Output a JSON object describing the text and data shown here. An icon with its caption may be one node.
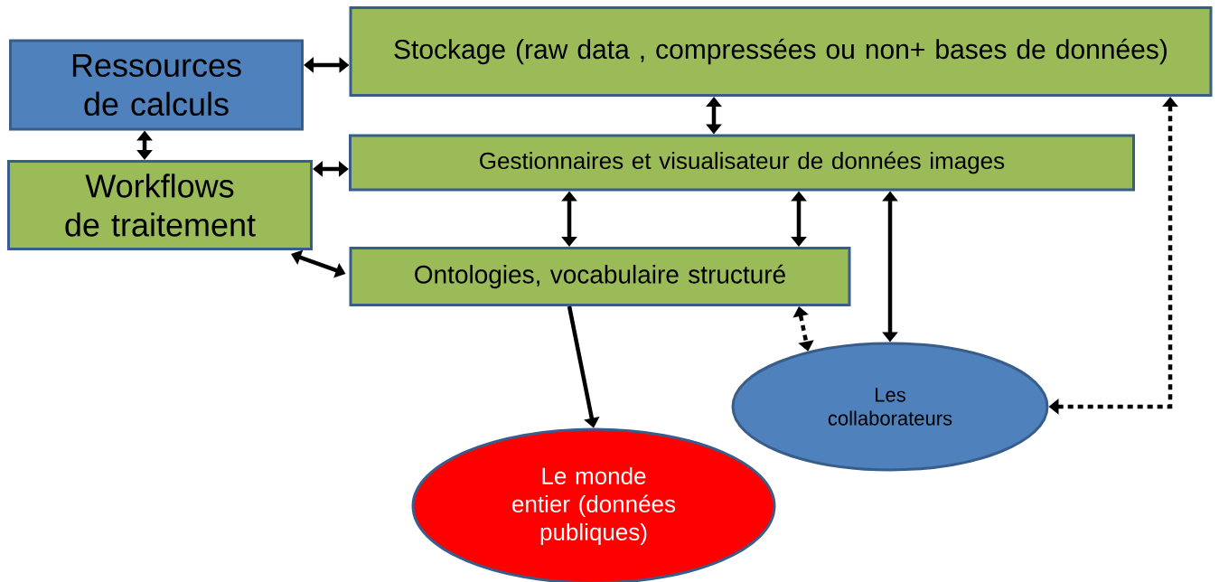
{
  "diagram": {
    "nodes": [
      {
        "text": [
          "Ressources de calculs"
        ]
      },
      {
        "text": [
          "Stockage (raw data , compressées ou non+ bases de données)"
        ]
      },
      {
        "text": [
          "Workflows de traitement"
        ]
      },
      {
        "text": [
          "Gestionnaires et visualisateur de données images"
        ]
      },
      {
        "text": [
          "Ontologies, vocabulaire structuré"
        ]
      },
      {
        "text": [
          "Les collaborateurs"
        ]
      },
      {
        "text": [
          "Le monde entier (données publiques)"
        ]
      }
    ],
    "edges": [
      {
        "from": 0,
        "to": 1,
        "arrow": "both"
      },
      {
        "from": 0,
        "to": 2,
        "arrow": "both"
      },
      {
        "from": 2,
        "to": 3,
        "arrow": "both"
      },
      {
        "from": 2,
        "to": 4,
        "arrow": "both"
      },
      {
        "from": 1,
        "to": 3,
        "arrow": "both"
      },
      {
        "from": 3,
        "to": 4,
        "arrow": "both"
      },
      {
        "from": 3,
        "to": 4,
        "arrow": "both"
      },
      {
        "from": 4,
        "to": 5,
        "arrow": "both",
        "style": "dashed"
      },
      {
        "from": 3,
        "to": 5,
        "arrow": "both"
      },
      {
        "from": 1,
        "to": 5,
        "arrow": "both",
        "style": "dashed"
      },
      {
        "from": 4,
        "to": 6,
        "arrow": "to"
      }
    ]
  }
}
